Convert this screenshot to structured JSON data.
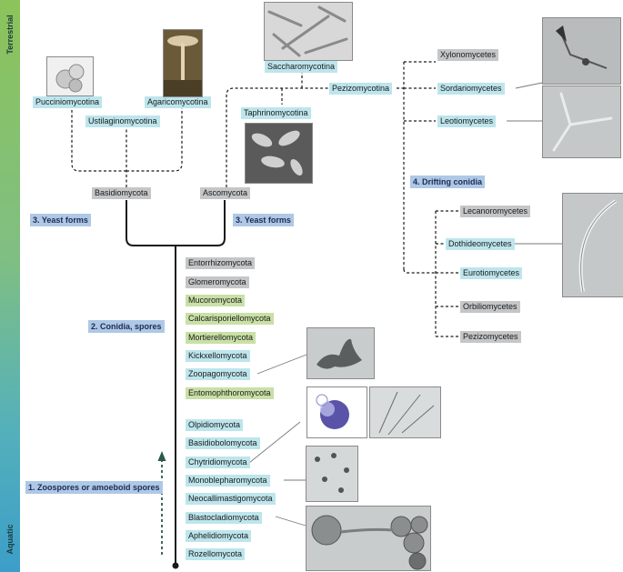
{
  "axis": {
    "top_label": "Terrestrial",
    "bottom_label": "Aquatic"
  },
  "traits": {
    "zoospores": "1. Zoospores or amoeboid spores",
    "conidia": "2. Conidia, spores",
    "yeast_left": "3. Yeast forms",
    "yeast_right": "3. Yeast forms",
    "drifting": "4. Drifting conidia"
  },
  "upper_tree": {
    "basidiomycota": "Basidiomycota",
    "ascomycota": "Ascomycota",
    "pucciniomycotina": "Pucciniomycotina",
    "agaricomycotina": "Agaricomycotina",
    "ustilaginomycotina": "Ustilaginomycotina",
    "saccharomycotina": "Saccharomycotina",
    "taphrinomycotina": "Taphrinomycotina",
    "pezizomycotina": "Pezizomycotina"
  },
  "pezizomycotina_classes": {
    "xylonomycetes": "Xylonomycetes",
    "sordariomycetes": "Sordariomycetes",
    "leotiomycetes": "Leotiomycetes",
    "lecanoromycetes": "Lecanoromycetes",
    "dothideomycetes": "Dothideomycetes",
    "eurotiomycetes": "Eurotiomycetes",
    "orbiliomycetes": "Orbiliomycetes",
    "pezizomycetes": "Pezizomycetes"
  },
  "lineages": [
    {
      "name": "Entorrhizomycota",
      "color": "gray"
    },
    {
      "name": "Glomeromycota",
      "color": "gray"
    },
    {
      "name": "Mucoromycota",
      "color": "green"
    },
    {
      "name": "Calcarisporiellomycota",
      "color": "green"
    },
    {
      "name": "Mortierellomycota",
      "color": "green"
    },
    {
      "name": "Kickxellomycota",
      "color": "blue"
    },
    {
      "name": "Zoopagomycota",
      "color": "blue"
    },
    {
      "name": "Entomophthoromycota",
      "color": "green"
    },
    {
      "name": "Olpidiomycota",
      "color": "blue"
    },
    {
      "name": "Basidiobolomycota",
      "color": "blue"
    },
    {
      "name": "Chytridiomycota",
      "color": "blue"
    },
    {
      "name": "Monoblepharomycota",
      "color": "blue"
    },
    {
      "name": "Neocallimastigomycota",
      "color": "blue"
    },
    {
      "name": "Blastocladiomycota",
      "color": "blue"
    },
    {
      "name": "Aphelidiomycota",
      "color": "blue"
    },
    {
      "name": "Rozellomycota",
      "color": "blue"
    }
  ],
  "colors": {
    "blue": "#bde5ec",
    "gray": "#c4c6c8",
    "green": "#c9e0a6",
    "trait": "#aec8e6",
    "line": "#1a1a1a"
  }
}
